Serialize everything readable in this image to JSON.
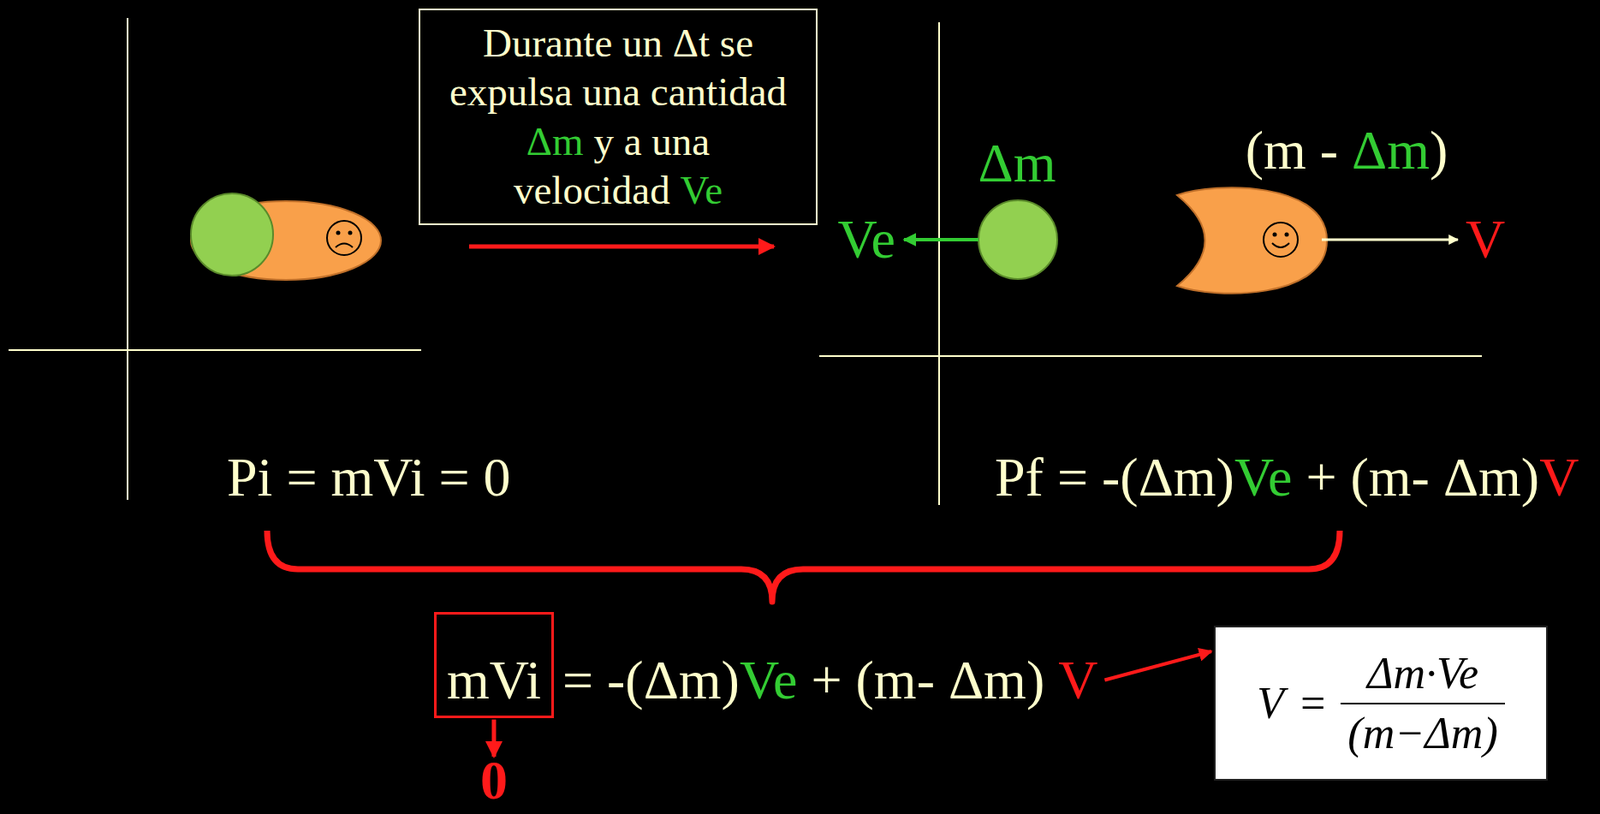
{
  "diagram": {
    "nodes": [
      {
        "text": [
          "Durante un Δt se expulsa una cantidad",
          "Δm",
          "y a una velocidad",
          "Ve"
        ]
      },
      {
        "text": [
          "mVi"
        ]
      },
      {
        "text": [
          "V",
          "=",
          "Δm·Ve",
          "(m−Δm)"
        ]
      }
    ],
    "labels": [
      "Δm",
      "Ve",
      "(m -",
      "Δm",
      ")",
      "V",
      "Pi = mVi = 0",
      "Pf = -(Δm)",
      "Ve",
      "+ (m- Δm)",
      "V",
      "= -(Δm)",
      "Ve",
      "+ (m- Δm)",
      "V",
      "0"
    ]
  }
}
